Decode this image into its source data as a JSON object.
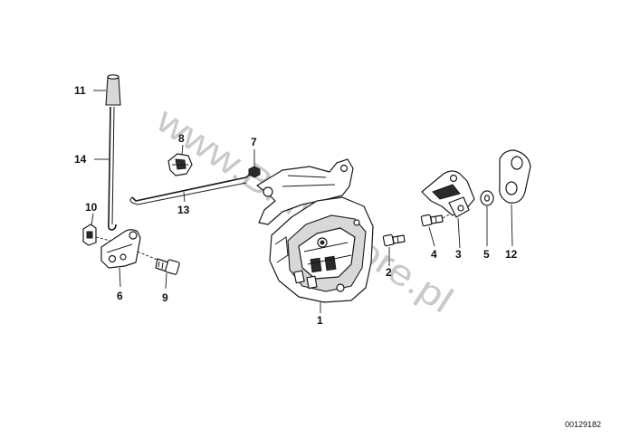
{
  "diagram": {
    "watermark": "www.BMWstore.pl",
    "reference_number": "00129182",
    "callouts": {
      "c1": "1",
      "c2": "2",
      "c3": "3",
      "c4": "4",
      "c5": "5",
      "c6": "6",
      "c7": "7",
      "c8": "8",
      "c9": "9",
      "c10": "10",
      "c11": "11",
      "c12": "12",
      "c13": "13",
      "c14": "14"
    }
  }
}
